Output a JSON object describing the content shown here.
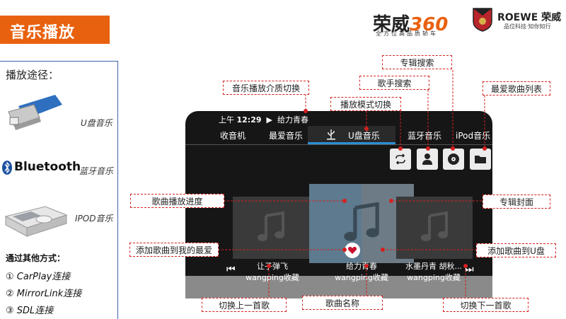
{
  "header": {
    "title": "音乐播放"
  },
  "brand": {
    "name_cn": "荣威",
    "name_num": "360",
    "tagline": "全方位高品质轿车",
    "roewe": "ROEWE 荣威",
    "roewe_slogan": "品位科技·知你知行"
  },
  "left": {
    "play_way": "播放途径：",
    "sources": [
      {
        "label": "U盘音乐",
        "icon": "usb-drive-icon"
      },
      {
        "label": "蓝牙音乐",
        "icon": "bluetooth-logo"
      },
      {
        "label": "IPOD音乐",
        "icon": "ipod-icon"
      }
    ],
    "bluetooth_word": "Bluetooth",
    "other_title": "通过其他方式：",
    "other_items": [
      "① CarPlay连接",
      "② MirrorLink连接",
      "③ SDL连接"
    ]
  },
  "screen": {
    "status": {
      "ampm": "上午",
      "time": "12:29",
      "play_glyph": "▶",
      "now_playing": "给力青春"
    },
    "tabs": [
      "收音机",
      "最爱音乐",
      "U盘音乐",
      "蓝牙音乐",
      "iPod音乐"
    ],
    "active_tab": "U盘音乐",
    "songs": [
      {
        "title": "让子弹飞",
        "artist": "wangping收藏"
      },
      {
        "title": "给力青春",
        "artist": "wangping收藏"
      },
      {
        "title": "水墨丹青 胡秋...",
        "artist": "wangping收藏"
      }
    ]
  },
  "callouts": {
    "album_search": "专辑搜索",
    "artist_search": "歌手搜索",
    "source_switch": "音乐播放介质切换",
    "mode_switch": "播放模式切换",
    "favorites_list": "最爱歌曲列表",
    "progress": "歌曲播放进度",
    "album_cover": "专辑封面",
    "add_favorite": "添加歌曲到我的最爱",
    "add_usb": "添加歌曲到U盘",
    "prev_song": "切换上一首歌",
    "song_name": "歌曲名称",
    "next_song": "切换下一首歌"
  },
  "colors": {
    "accent": "#e8610f",
    "callout_border": "#d42020",
    "active_tab": "#2a8fd6",
    "frame": "#3b63a8"
  }
}
